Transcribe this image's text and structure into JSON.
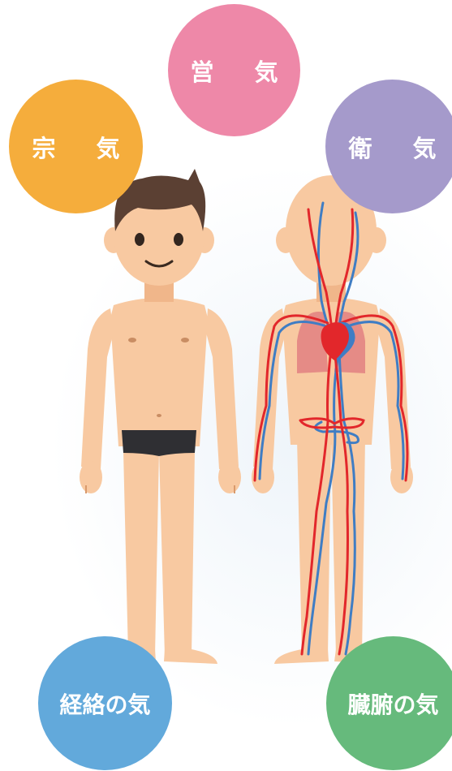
{
  "labels": {
    "eiki_top": "営 気",
    "soki": "宗 気",
    "eiki_right": "衛 気",
    "keiraku": "経絡の気",
    "zofu": "臓腑の気"
  },
  "colors": {
    "pink": "#ee88a8",
    "orange": "#f5ad3c",
    "purple": "#a59acb",
    "blue": "#62a9db",
    "green": "#66ba7c",
    "skin": "#f8c9a1",
    "hair": "#5b4033",
    "artery": "#e2272b",
    "vein": "#3f7dc4"
  },
  "icons": [
    "boy-illustration",
    "circulatory-body-illustration",
    "heart-icon"
  ]
}
